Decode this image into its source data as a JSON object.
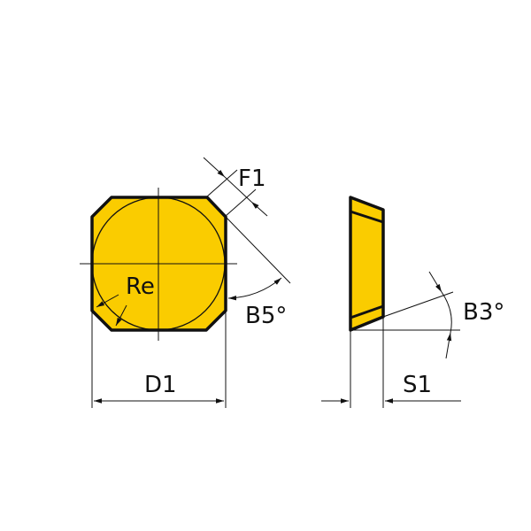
{
  "colors": {
    "insert_fill": "#FACC00",
    "outline": "#111111"
  },
  "labels": {
    "f1": "F1",
    "re": "Re",
    "b5": "B5°",
    "d1": "D1",
    "b3": "B3°",
    "s1": "S1"
  }
}
